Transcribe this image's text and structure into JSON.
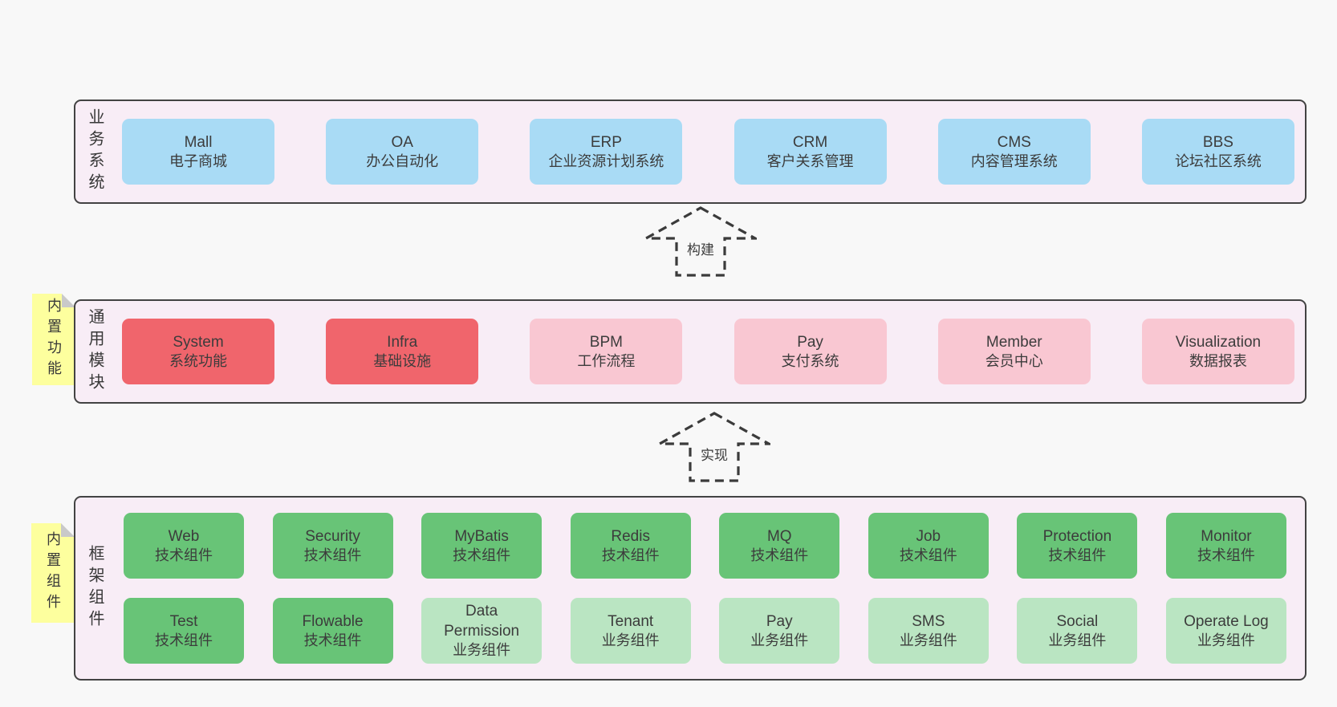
{
  "colors": {
    "page_background": "#f8f8f8",
    "container_background": "#f8edf6",
    "container_border": "#434343",
    "box_blue": "#a9dbf5",
    "box_red": "#f0656c",
    "box_pink": "#f9c7d2",
    "box_green": "#68c477",
    "box_light_green": "#bae5c2",
    "sticky_yellow": "#fdff9e",
    "sticky_fold_gray": "#c9c9c9",
    "text": "#3c3c3c"
  },
  "arrows": [
    {
      "label": "构建"
    },
    {
      "label": "实现"
    }
  ],
  "stickies": [
    {
      "label": "内置功能"
    },
    {
      "label": "内置组件"
    }
  ],
  "bands": [
    {
      "label": "业务系统",
      "boxes": [
        {
          "title": "Mall",
          "subtitle": "电子商城",
          "variant": "blue"
        },
        {
          "title": "OA",
          "subtitle": "办公自动化",
          "variant": "blue"
        },
        {
          "title": "ERP",
          "subtitle": "企业资源计划系统",
          "variant": "blue"
        },
        {
          "title": "CRM",
          "subtitle": "客户关系管理",
          "variant": "blue"
        },
        {
          "title": "CMS",
          "subtitle": "内容管理系统",
          "variant": "blue"
        },
        {
          "title": "BBS",
          "subtitle": "论坛社区系统",
          "variant": "blue"
        }
      ]
    },
    {
      "label": "通用模块",
      "boxes": [
        {
          "title": "System",
          "subtitle": "系统功能",
          "variant": "red"
        },
        {
          "title": "Infra",
          "subtitle": "基础设施",
          "variant": "red"
        },
        {
          "title": "BPM",
          "subtitle": "工作流程",
          "variant": "pink"
        },
        {
          "title": "Pay",
          "subtitle": "支付系统",
          "variant": "pink"
        },
        {
          "title": "Member",
          "subtitle": "会员中心",
          "variant": "pink"
        },
        {
          "title": "Visualization",
          "subtitle": "数据报表",
          "variant": "pink"
        }
      ]
    },
    {
      "label": "框架组件",
      "boxes": [
        {
          "title": "Web",
          "subtitle": "技术组件",
          "variant": "green"
        },
        {
          "title": "Security",
          "subtitle": "技术组件",
          "variant": "green"
        },
        {
          "title": "MyBatis",
          "subtitle": "技术组件",
          "variant": "green"
        },
        {
          "title": "Redis",
          "subtitle": "技术组件",
          "variant": "green"
        },
        {
          "title": "MQ",
          "subtitle": "技术组件",
          "variant": "green"
        },
        {
          "title": "Job",
          "subtitle": "技术组件",
          "variant": "green"
        },
        {
          "title": "Protection",
          "subtitle": "技术组件",
          "variant": "green"
        },
        {
          "title": "Monitor",
          "subtitle": "技术组件",
          "variant": "green"
        },
        {
          "title": "Test",
          "subtitle": "技术组件",
          "variant": "green"
        },
        {
          "title": "Flowable",
          "subtitle": "技术组件",
          "variant": "green"
        },
        {
          "title": "Data Permission",
          "subtitle": "业务组件",
          "variant": "lightgreen"
        },
        {
          "title": "Tenant",
          "subtitle": "业务组件",
          "variant": "lightgreen"
        },
        {
          "title": "Pay",
          "subtitle": "业务组件",
          "variant": "lightgreen"
        },
        {
          "title": "SMS",
          "subtitle": "业务组件",
          "variant": "lightgreen"
        },
        {
          "title": "Social",
          "subtitle": "业务组件",
          "variant": "lightgreen"
        },
        {
          "title": "Operate Log",
          "subtitle": "业务组件",
          "variant": "lightgreen"
        }
      ]
    }
  ]
}
